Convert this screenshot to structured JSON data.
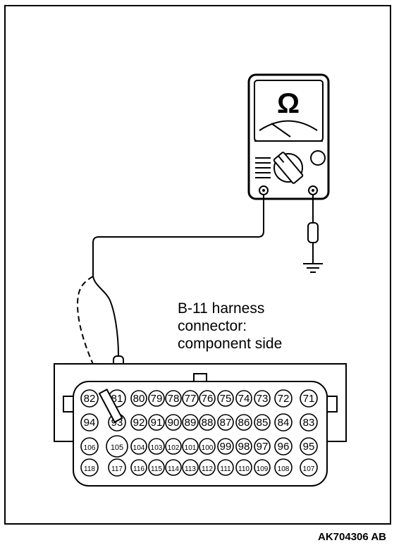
{
  "meter": {
    "symbol": "Ω"
  },
  "caption": {
    "line1": "B-11 harness",
    "line2": "connector:",
    "line3": "component side"
  },
  "connector": {
    "pin_rows": [
      [
        "82",
        "81",
        "80",
        "79",
        "78",
        "77",
        "76",
        "75",
        "74",
        "73",
        "72",
        "71"
      ],
      [
        "94",
        "93",
        "92",
        "91",
        "90",
        "89",
        "88",
        "87",
        "86",
        "85",
        "84",
        "83"
      ],
      [
        "106",
        "105",
        "104",
        "103",
        "102",
        "101",
        "100",
        "99",
        "98",
        "97",
        "96",
        "95"
      ],
      [
        "118",
        "117",
        "116",
        "115",
        "114",
        "113",
        "112",
        "111",
        "110",
        "109",
        "108",
        "107"
      ]
    ],
    "probed_pins": [
      "81",
      "93"
    ]
  },
  "figure_id": "AK704306 AB"
}
